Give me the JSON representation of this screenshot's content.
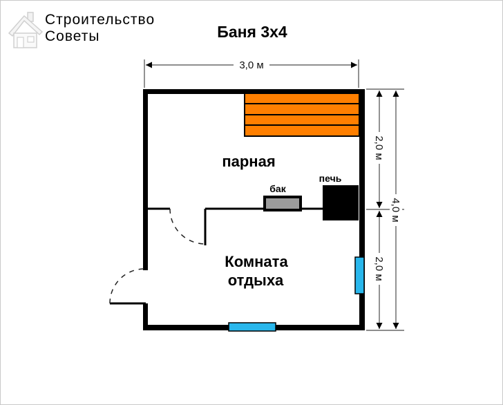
{
  "watermark": {
    "line1": "Строительство",
    "line2": "Советы"
  },
  "title": "Баня 3х4",
  "plan": {
    "rooms": {
      "steam_room": "парная",
      "rest_room_line1": "Комната",
      "rest_room_line2": "отдыха"
    },
    "equipment": {
      "tank": "бак",
      "stove": "печь"
    },
    "dimensions": {
      "top_width": "3,0 м",
      "right_upper": "2,0 м",
      "right_lower": "2,0 м",
      "right_total": "4,0 м"
    }
  },
  "colors": {
    "bench": "#ff7f00",
    "window": "#29b7ec",
    "tank_fill": "#9c9c9c",
    "wall": "#000000",
    "watermark": "#d2d2d2"
  }
}
